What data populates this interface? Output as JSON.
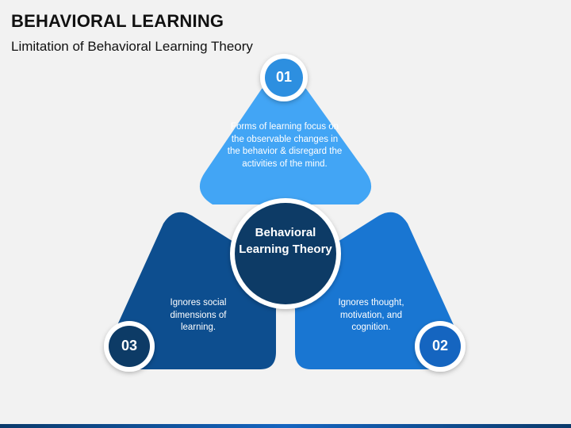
{
  "header": {
    "title": "BEHAVIORAL LEARNING",
    "subtitle": "Limitation of Behavioral Learning Theory"
  },
  "center": {
    "label": "Behavioral Learning Theory"
  },
  "petals": [
    {
      "number": "01",
      "text": "Forms of learning focus on the observable changes in the behavior & disregard the activities of the mind.",
      "color": "#42a5f5"
    },
    {
      "number": "02",
      "text": "Ignores thought, motivation, and cognition.",
      "color": "#1976d2"
    },
    {
      "number": "03",
      "text": "Ignores social dimensions of learning.",
      "color": "#0d4e8f"
    }
  ],
  "colors": {
    "center_fill": "#0d3b66",
    "badge_dark": "#0d3b66",
    "badge_mid": "#1565c0",
    "badge_light": "#2d8fe0"
  }
}
